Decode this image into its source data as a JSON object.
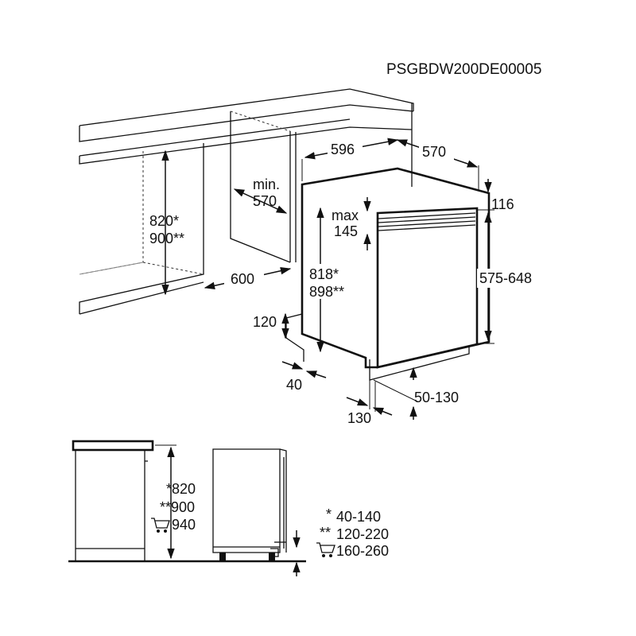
{
  "document_code": "PSGBDW200DE00005",
  "dimensions": {
    "niche_height": "820*",
    "niche_height_alt": "900**",
    "niche_depth_min_label": "min.",
    "niche_depth_min_value": "570",
    "niche_width": "600",
    "appliance_width": "596",
    "appliance_depth": "570",
    "top_offset": "116",
    "gap_max_label": "max",
    "gap_max_value": "145",
    "door_height": "575-648",
    "appliance_height": "818*",
    "appliance_height_alt": "898**",
    "plinth_height": "120",
    "plinth_depth": "40",
    "plinth_offset": "130",
    "plinth_gap": "50-130"
  },
  "bottom_left": {
    "height_1": "*820",
    "height_2": "**900",
    "height_3": "940"
  },
  "bottom_right": {
    "range_1_mark": "*",
    "range_1": "40-140",
    "range_2_mark": "**",
    "range_2": "120-220",
    "range_3": "160-260"
  },
  "icons": {
    "variant_3": "shopping-cart-icon"
  }
}
